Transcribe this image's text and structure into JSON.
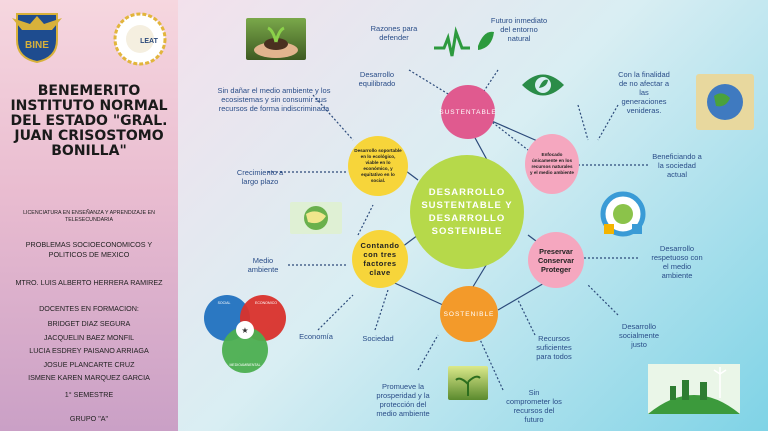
{
  "school": {
    "name": "BENEMERITO INSTITUTO NORMAL DEL ESTADO \"GRAL. JUAN CRISOSTOMO BONILLA\"",
    "licenciatura": "LICENCIATURA EN ENSEÑANZA Y APRENDIZAJE EN TELESECUNDARIA",
    "logo1_text": "BINE",
    "logo2_text": "LEAT"
  },
  "course": "PROBLEMAS SOCIOECONOMICOS Y POLITICOS DE MEXICO",
  "teacher": "MTRO. LUIS ALBERTO HERRERA RAMIREZ",
  "students_title": "DOCENTES EN FORMACION:",
  "students": [
    "BRIDGET DIAZ SEGURA",
    "JACQUELIN BAEZ MONFIL",
    "LUCIA ESDREY PAISANO ARRIAGA",
    "JOSUE PLANCARTE CRUZ",
    "ISMENE KAREN MARQUEZ GARCIA"
  ],
  "semester": "1° SEMESTRE",
  "group": "GRUPO \"A\"",
  "map": {
    "center": "DESARROLLO SUSTENTABLE Y DESARROLLO SOSTENIBLE",
    "sustentable": "SUSTENTABLE",
    "sostenible": "SOSTENIBLE",
    "desarrollo_box": "Desarrollo soportable en lo ecológico, viable en lo económico, y equitativo en lo social.",
    "enfocado_box": "Enfocado únicamente en los recursos naturales y el medio ambiente",
    "contando_box": "Contando con tres factores clave",
    "preservar_box": "Preservar Conservar Proteger",
    "labels": {
      "razones": "Razones para defender",
      "futuro": "Futuro inmediato del entorno natural",
      "equilibrado": "Desarrollo equilibrado",
      "sin_danar": "Sin dañar el medio ambiente y los ecosistemas y sin consumir sus recursos de forma indiscriminada",
      "finalidad": "Con la finalidad de no afectar a las generaciones venideras.",
      "beneficiando": "Beneficiando a la sociedad actual",
      "crecimiento": "Crecimiento a largo plazo",
      "medio": "Medio ambiente",
      "respetuoso": "Desarrollo respetuoso con el medio ambiente",
      "economia": "Economía",
      "sociedad": "Sociedad",
      "socialmente": "Desarrollo socialmente justo",
      "recursos": "Recursos suficientes para todos",
      "promueve": "Promueve la prosperidad y la protección del medio ambiente",
      "sin_comprometer": "Sin comprometer los recursos del futuro"
    },
    "venn": {
      "a": "SOCIAL",
      "b": "ECONOMICO",
      "c": "MEDIOAMBIENTAL"
    }
  },
  "colors": {
    "center": "#b6d94a",
    "pink": "#e05a8f",
    "orange": "#f39a2a",
    "yellow": "#f7d53a",
    "lightpink": "#f5a7bf"
  }
}
